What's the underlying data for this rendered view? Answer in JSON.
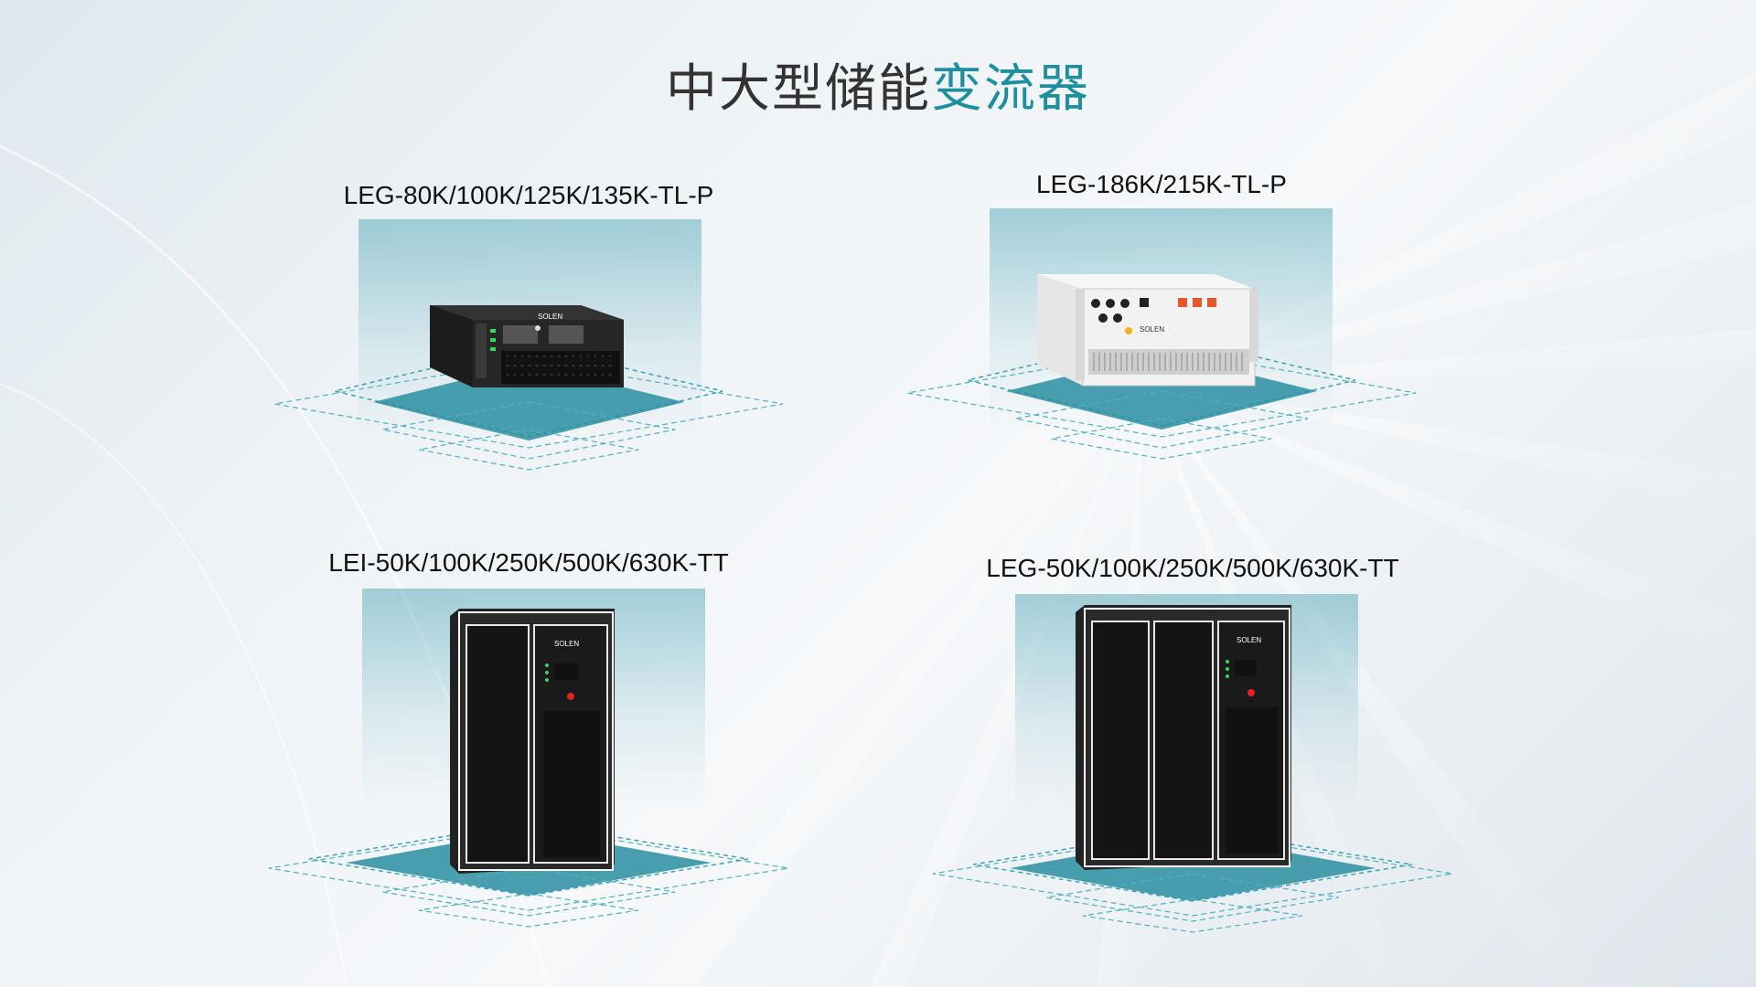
{
  "title": {
    "prefix": "中大型储能",
    "accent": "变流器"
  },
  "colors": {
    "accent": "#1e8f9f",
    "title_text": "#333333",
    "platform": "#2a8ea0",
    "device_dark": "#1f1f1f",
    "device_light": "#f0f0f0"
  },
  "products": [
    {
      "model": "LEG-80K/100K/125K/135K-TL-P",
      "form": "rack-mount-dark",
      "logo": "SOLEN"
    },
    {
      "model": "LEG-186K/215K-TL-P",
      "form": "rack-mount-white",
      "logo": "SOLEN"
    },
    {
      "model": "LEI-50K/100K/250K/500K/630K-TT",
      "form": "cabinet-2-door",
      "logo": "SOLEN"
    },
    {
      "model": "LEG-50K/100K/250K/500K/630K-TT",
      "form": "cabinet-3-door",
      "logo": "SOLEN"
    }
  ]
}
